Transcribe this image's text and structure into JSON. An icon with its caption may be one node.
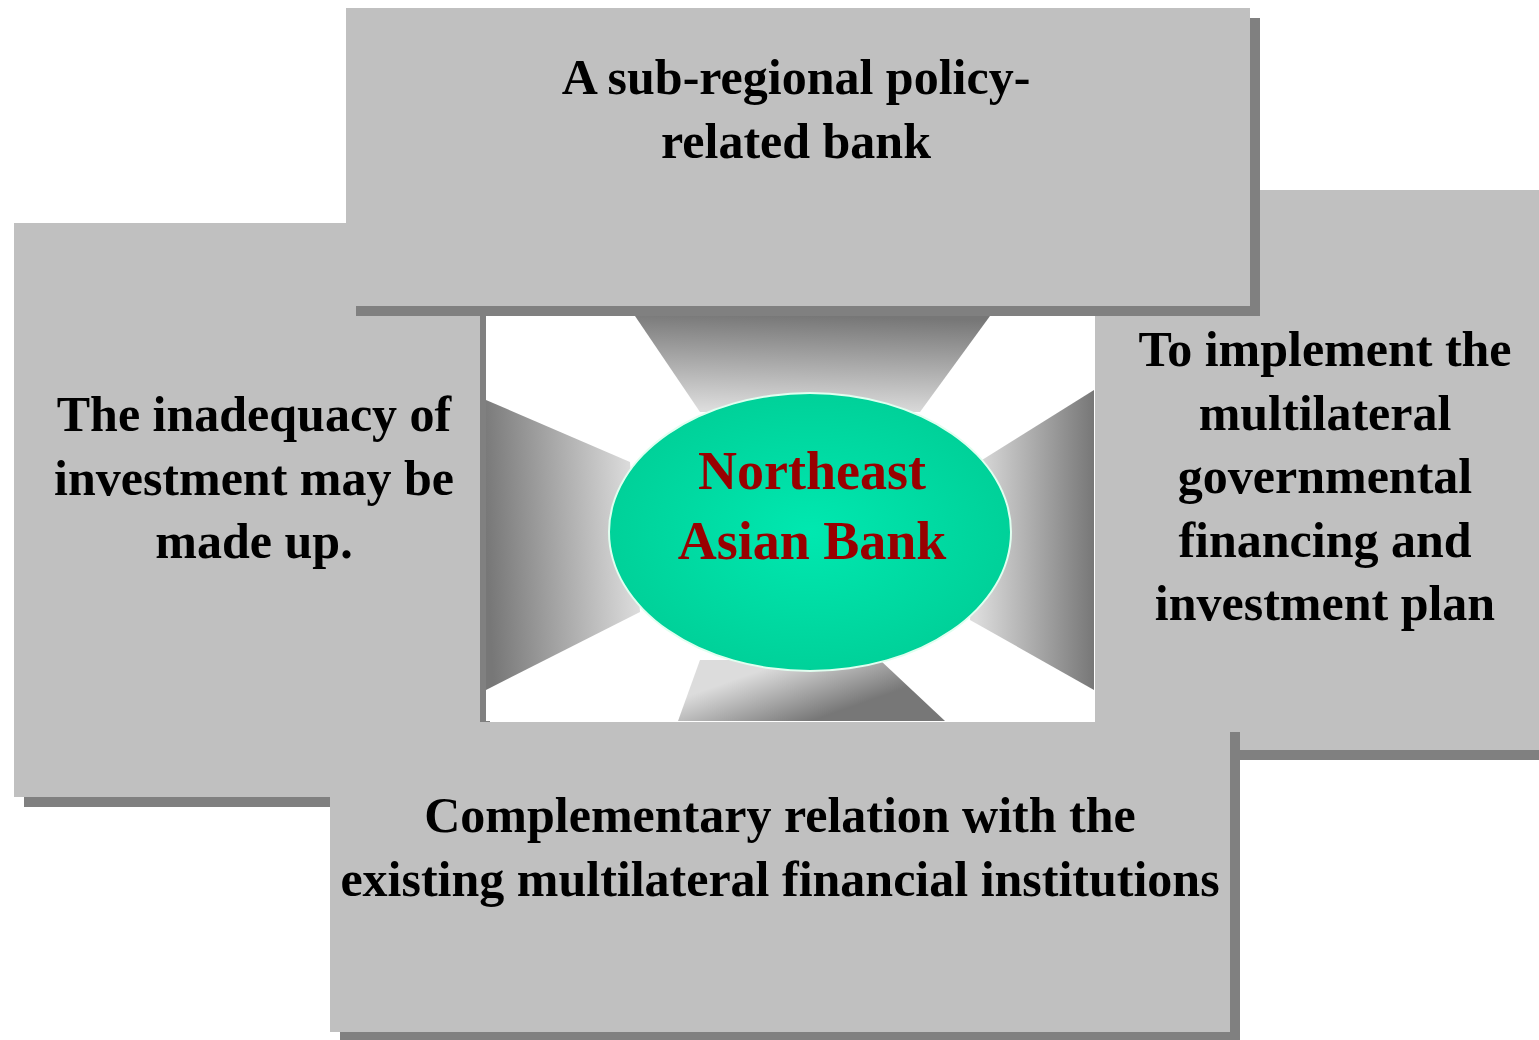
{
  "diagram": {
    "nodes": [
      {
        "text": [
          "A sub-regional policy-related bank"
        ]
      },
      {
        "text": [
          "The inadequacy of investment may be made up."
        ]
      },
      {
        "text": [
          "Northeast Asian Bank"
        ]
      },
      {
        "text": [
          "To implement the multilateral governmental financing and investment plan"
        ]
      },
      {
        "text": [
          "Complementary relation with the existing multilateral financial institutions"
        ]
      }
    ],
    "edges": [
      {
        "from": 2,
        "to": 0,
        "arrow": "none"
      },
      {
        "from": 2,
        "to": 1,
        "arrow": "none"
      },
      {
        "from": 2,
        "to": 3,
        "arrow": "none"
      },
      {
        "from": 2,
        "to": 4,
        "arrow": "none"
      }
    ]
  }
}
